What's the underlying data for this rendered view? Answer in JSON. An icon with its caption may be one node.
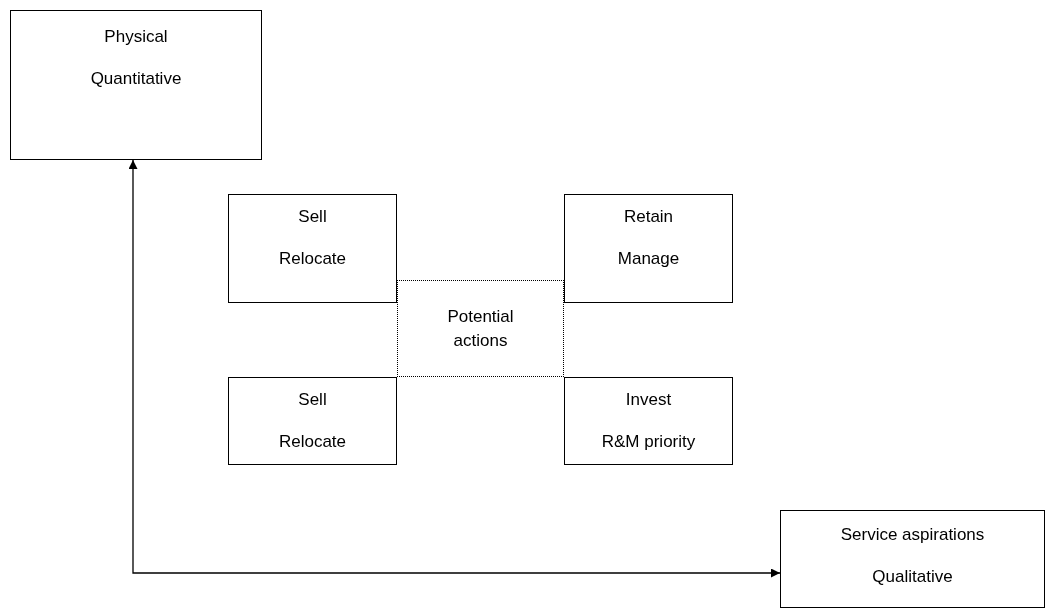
{
  "diagram": {
    "nodes": [
      {
        "text": [
          "Physical",
          "Quantitative"
        ]
      },
      {
        "text": [
          "Sell",
          "Relocate"
        ]
      },
      {
        "text": [
          "Retain",
          "Manage"
        ]
      },
      {
        "text": [
          "Potential actions"
        ]
      },
      {
        "text": [
          "Sell",
          "Relocate"
        ]
      },
      {
        "text": [
          "Invest",
          "R&M priority"
        ]
      },
      {
        "text": [
          "Service aspirations",
          "Qualitative"
        ]
      }
    ],
    "edges": [
      {
        "from": 0,
        "to": 6,
        "arrow": "both"
      }
    ]
  }
}
